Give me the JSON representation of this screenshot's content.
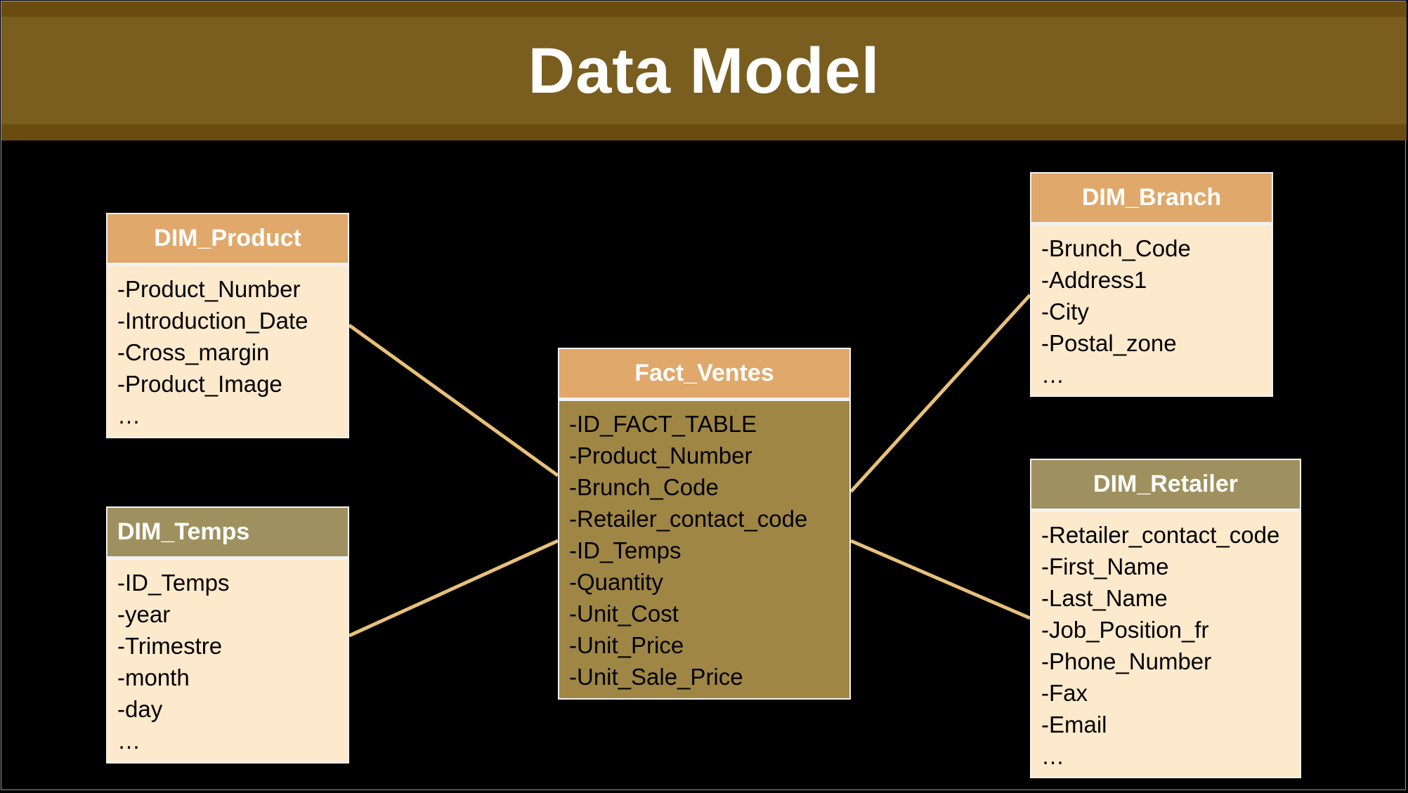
{
  "title": "Data Model",
  "colors": {
    "header_bg": "#7a5e1f",
    "table_head_orange": "#e0a86a",
    "table_head_olive": "#9f915f",
    "dim_body": "#fde9cc",
    "fact_body": "#9f8645",
    "link_line": "#e8c07a"
  },
  "tables": {
    "dim_product": {
      "name": "DIM_Product",
      "fields": [
        "-Product_Number",
        "-Introduction_Date",
        "-Cross_margin",
        "-Product_Image",
        "…"
      ]
    },
    "dim_temps": {
      "name": "DIM_Temps",
      "fields": [
        "-ID_Temps",
        "-year",
        "-Trimestre",
        "-month",
        "-day",
        "…"
      ]
    },
    "fact_ventes": {
      "name": "Fact_Ventes",
      "fields": [
        "-ID_FACT_TABLE",
        "-Product_Number",
        "-Brunch_Code",
        "-Retailer_contact_code",
        "-ID_Temps",
        "-Quantity",
        "-Unit_Cost",
        "-Unit_Price",
        "-Unit_Sale_Price"
      ]
    },
    "dim_branch": {
      "name": "DIM_Branch",
      "fields": [
        "-Brunch_Code",
        "-Address1",
        "-City",
        "-Postal_zone",
        "…"
      ]
    },
    "dim_retailer": {
      "name": "DIM_Retailer",
      "fields": [
        "-Retailer_contact_code",
        "-First_Name",
        "-Last_Name",
        "-Job_Position_fr",
        "-Phone_Number",
        "-Fax",
        "-Email",
        "…"
      ]
    }
  },
  "relationships": [
    {
      "from": "DIM_Product",
      "to": "Fact_Ventes"
    },
    {
      "from": "DIM_Temps",
      "to": "Fact_Ventes"
    },
    {
      "from": "Fact_Ventes",
      "to": "DIM_Branch"
    },
    {
      "from": "Fact_Ventes",
      "to": "DIM_Retailer"
    }
  ]
}
